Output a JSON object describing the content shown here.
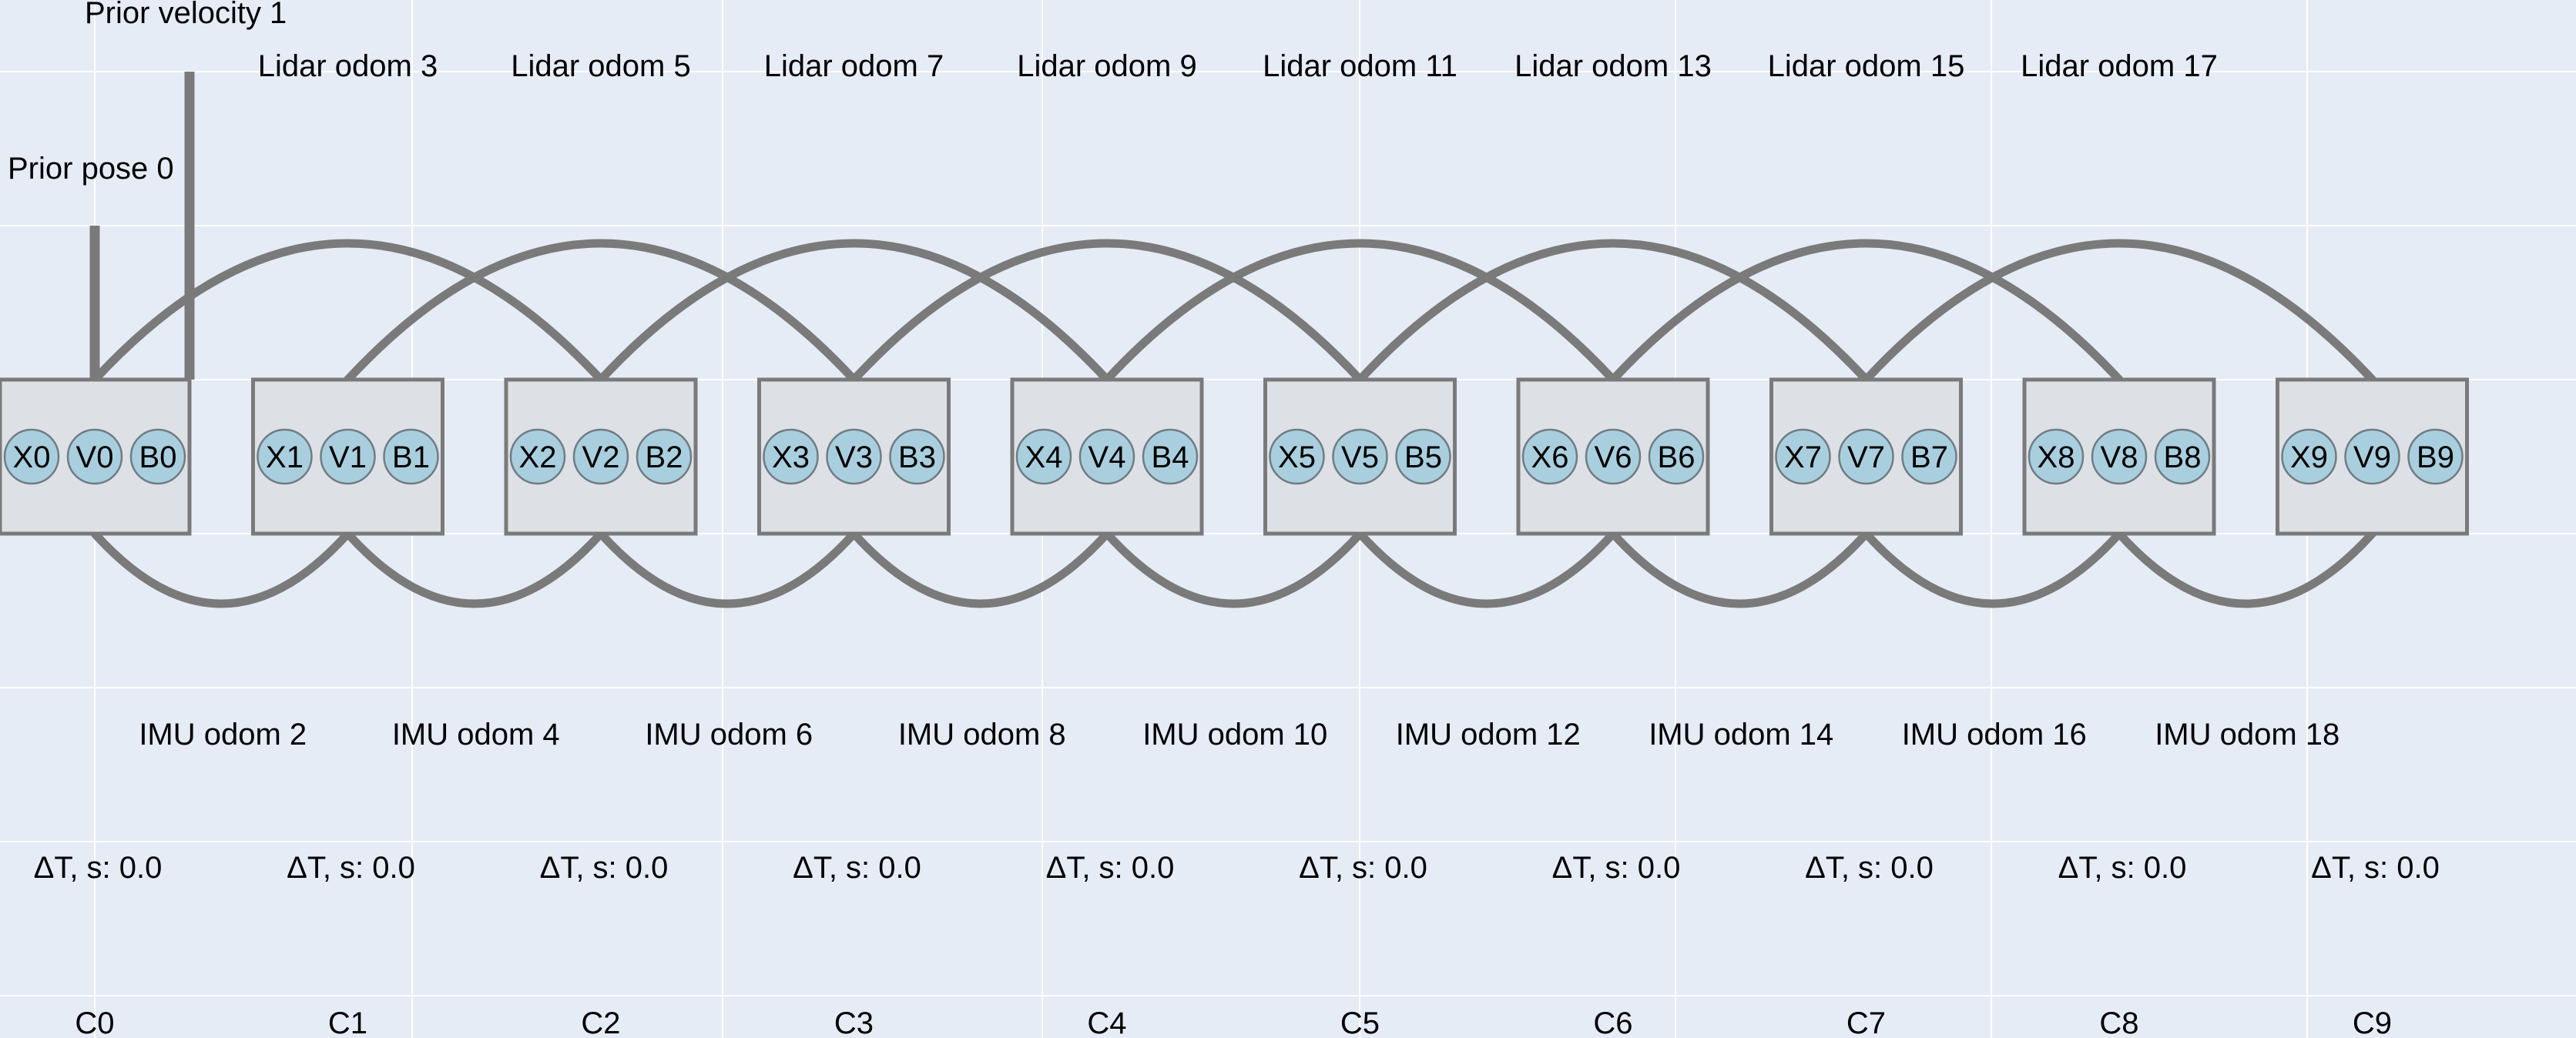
{
  "colors": {
    "background": "#e5ecf6",
    "grid": "#ffffff",
    "box_fill": "#dde1e6",
    "box_stroke": "#7a7a7a",
    "edge": "#7a7a7a",
    "node_fill": "#a9cfdf",
    "node_stroke": "#707c84"
  },
  "priors": [
    {
      "label": "Prior pose 0",
      "attach_state": 0,
      "slot": "x"
    },
    {
      "label": "Prior velocity 1",
      "attach_state": 0,
      "slot": "v"
    }
  ],
  "states": [
    {
      "x": "X0",
      "v": "V0",
      "b": "B0",
      "dt": "ΔT, s: 0.0",
      "tick": "C0"
    },
    {
      "x": "X1",
      "v": "V1",
      "b": "B1",
      "dt": "ΔT, s: 0.0",
      "tick": "C1"
    },
    {
      "x": "X2",
      "v": "V2",
      "b": "B2",
      "dt": "ΔT, s: 0.0",
      "tick": "C2"
    },
    {
      "x": "X3",
      "v": "V3",
      "b": "B3",
      "dt": "ΔT, s: 0.0",
      "tick": "C3"
    },
    {
      "x": "X4",
      "v": "V4",
      "b": "B4",
      "dt": "ΔT, s: 0.0",
      "tick": "C4"
    },
    {
      "x": "X5",
      "v": "V5",
      "b": "B5",
      "dt": "ΔT, s: 0.0",
      "tick": "C5"
    },
    {
      "x": "X6",
      "v": "V6",
      "b": "B6",
      "dt": "ΔT, s: 0.0",
      "tick": "C6"
    },
    {
      "x": "X7",
      "v": "V7",
      "b": "B7",
      "dt": "ΔT, s: 0.0",
      "tick": "C7"
    },
    {
      "x": "X8",
      "v": "V8",
      "b": "B8",
      "dt": "ΔT, s: 0.0",
      "tick": "C8"
    },
    {
      "x": "X9",
      "v": "V9",
      "b": "B9",
      "dt": "ΔT, s: 0.0",
      "tick": "C9"
    }
  ],
  "lidar_factors": [
    {
      "label": "Lidar odom 3",
      "from": 0,
      "to": 2
    },
    {
      "label": "Lidar odom 5",
      "from": 1,
      "to": 3
    },
    {
      "label": "Lidar odom 7",
      "from": 2,
      "to": 4
    },
    {
      "label": "Lidar odom 9",
      "from": 3,
      "to": 5
    },
    {
      "label": "Lidar odom 11",
      "from": 4,
      "to": 6
    },
    {
      "label": "Lidar odom 13",
      "from": 5,
      "to": 7
    },
    {
      "label": "Lidar odom 15",
      "from": 6,
      "to": 8
    },
    {
      "label": "Lidar odom 17",
      "from": 7,
      "to": 9
    }
  ],
  "imu_factors": [
    {
      "label": "IMU odom 2",
      "from": 0,
      "to": 1
    },
    {
      "label": "IMU odom 4",
      "from": 1,
      "to": 2
    },
    {
      "label": "IMU odom 6",
      "from": 2,
      "to": 3
    },
    {
      "label": "IMU odom 8",
      "from": 3,
      "to": 4
    },
    {
      "label": "IMU odom 10",
      "from": 4,
      "to": 5
    },
    {
      "label": "IMU odom 12",
      "from": 5,
      "to": 6
    },
    {
      "label": "IMU odom 14",
      "from": 6,
      "to": 7
    },
    {
      "label": "IMU odom 16",
      "from": 7,
      "to": 8
    },
    {
      "label": "IMU odom 18",
      "from": 8,
      "to": 9
    }
  ]
}
